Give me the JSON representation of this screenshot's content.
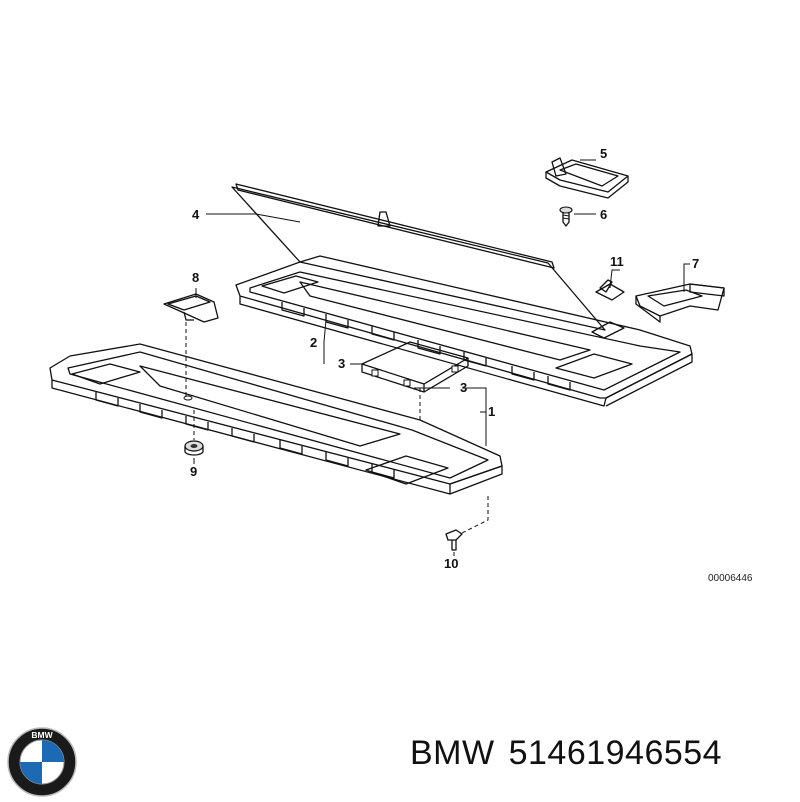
{
  "diagram": {
    "callouts": [
      {
        "id": "label-1",
        "text": "1"
      },
      {
        "id": "label-2",
        "text": "2"
      },
      {
        "id": "label-3a",
        "text": "3"
      },
      {
        "id": "label-3b",
        "text": "3"
      },
      {
        "id": "label-4",
        "text": "4"
      },
      {
        "id": "label-5",
        "text": "5"
      },
      {
        "id": "label-6",
        "text": "6"
      },
      {
        "id": "label-7",
        "text": "7"
      },
      {
        "id": "label-8",
        "text": "8"
      },
      {
        "id": "label-9",
        "text": "9"
      },
      {
        "id": "label-10",
        "text": "10"
      },
      {
        "id": "label-11",
        "text": "11"
      }
    ],
    "reference_number": "00006446"
  },
  "footer": {
    "brand": "BMW",
    "part_number": "51461946554",
    "logo_letters": "BMW",
    "logo_colors": {
      "ring": "#1a1a1a",
      "blue": "#1c69b4",
      "white": "#ffffff"
    }
  }
}
